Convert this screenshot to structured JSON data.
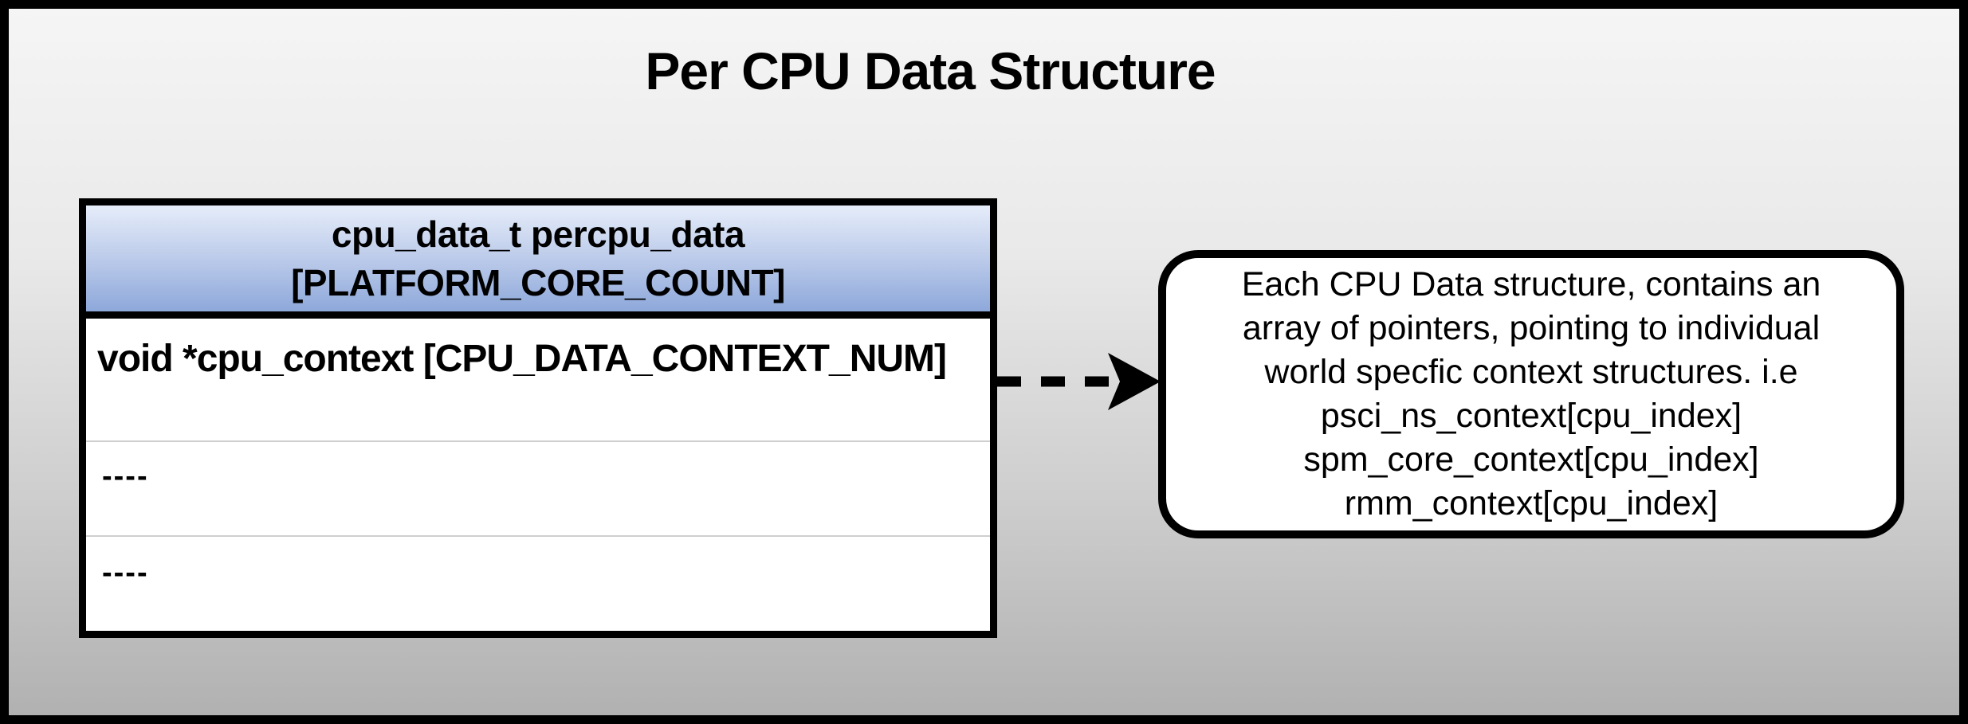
{
  "title": "Per CPU Data Structure",
  "table": {
    "header": {
      "line1": "cpu_data_t percpu_data",
      "line2": "[PLATFORM_CORE_COUNT]"
    },
    "rows": [
      {
        "text": "void *cpu_context [CPU_DATA_CONTEXT_NUM]"
      },
      {
        "text": "----"
      },
      {
        "text": "----"
      }
    ]
  },
  "annotation": {
    "lines": [
      "Each CPU Data structure, contains an",
      "array of pointers, pointing to individual",
      "world specfic context structures. i.e",
      "psci_ns_context[cpu_index]",
      "spm_core_context[cpu_index]",
      "rmm_context[cpu_index]"
    ]
  },
  "icons": {
    "arrow": "dashed-right-arrow"
  },
  "colors": {
    "frame_border": "#000000",
    "page_gradient_top": "#f5f5f5",
    "page_gradient_bottom": "#b1b1b1",
    "header_gradient_top": "#e6edfa",
    "header_gradient_bottom": "#8da8da",
    "table_background": "#ffffff",
    "row_separator": "#cfcfcf",
    "text": "#000000"
  }
}
